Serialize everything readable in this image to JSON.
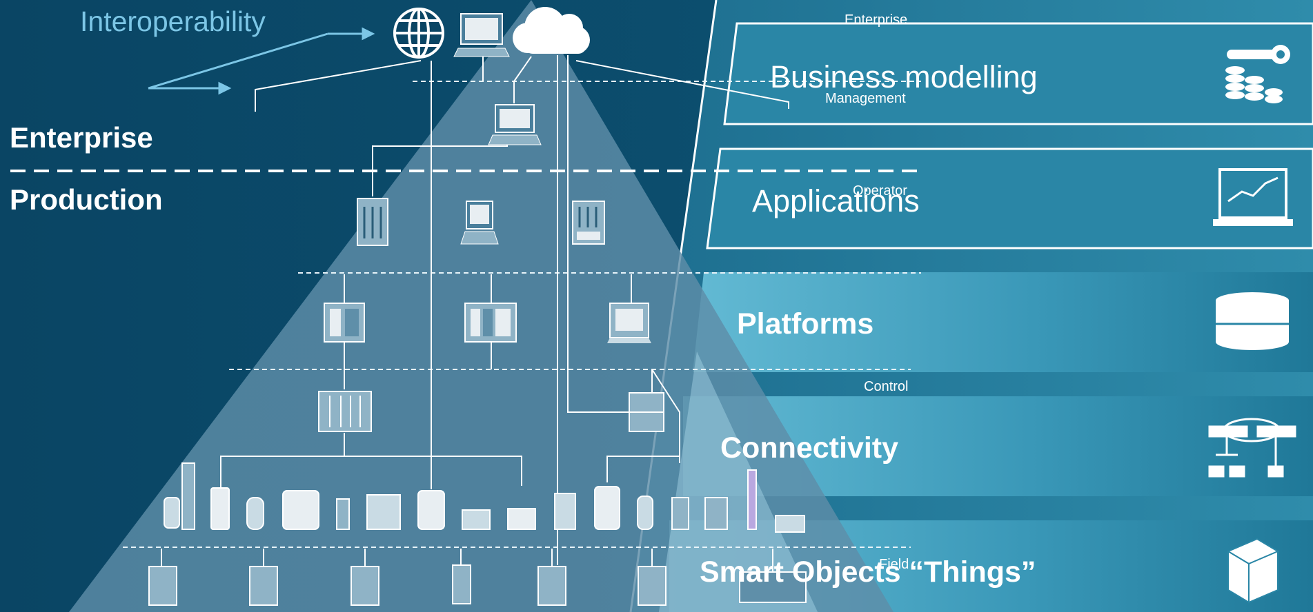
{
  "left": {
    "interoperability": "Interoperability",
    "enterprise": "Enterprise",
    "production": "Production"
  },
  "levels": {
    "enterprise": "Enterprise",
    "management": "Management",
    "operator": "Operator",
    "control": "Control",
    "field": "Field"
  },
  "layers": [
    {
      "label": "Business modelling",
      "icon": "wrench-coins-icon"
    },
    {
      "label": "Applications",
      "icon": "laptop-chart-icon"
    },
    {
      "label": "Platforms",
      "icon": "database-icon"
    },
    {
      "label": "Connectivity",
      "icon": "network-icon"
    },
    {
      "label": "Smart Objects “Things”",
      "icon": "box-icon"
    }
  ],
  "colors": {
    "background": "#0b4a6b",
    "pyramid": "#5e8ea8",
    "interop_accent": "#7cc6e6",
    "layer_band": "#2b86a6",
    "layer_band_light": "#5bb4cf",
    "white": "#ffffff"
  }
}
